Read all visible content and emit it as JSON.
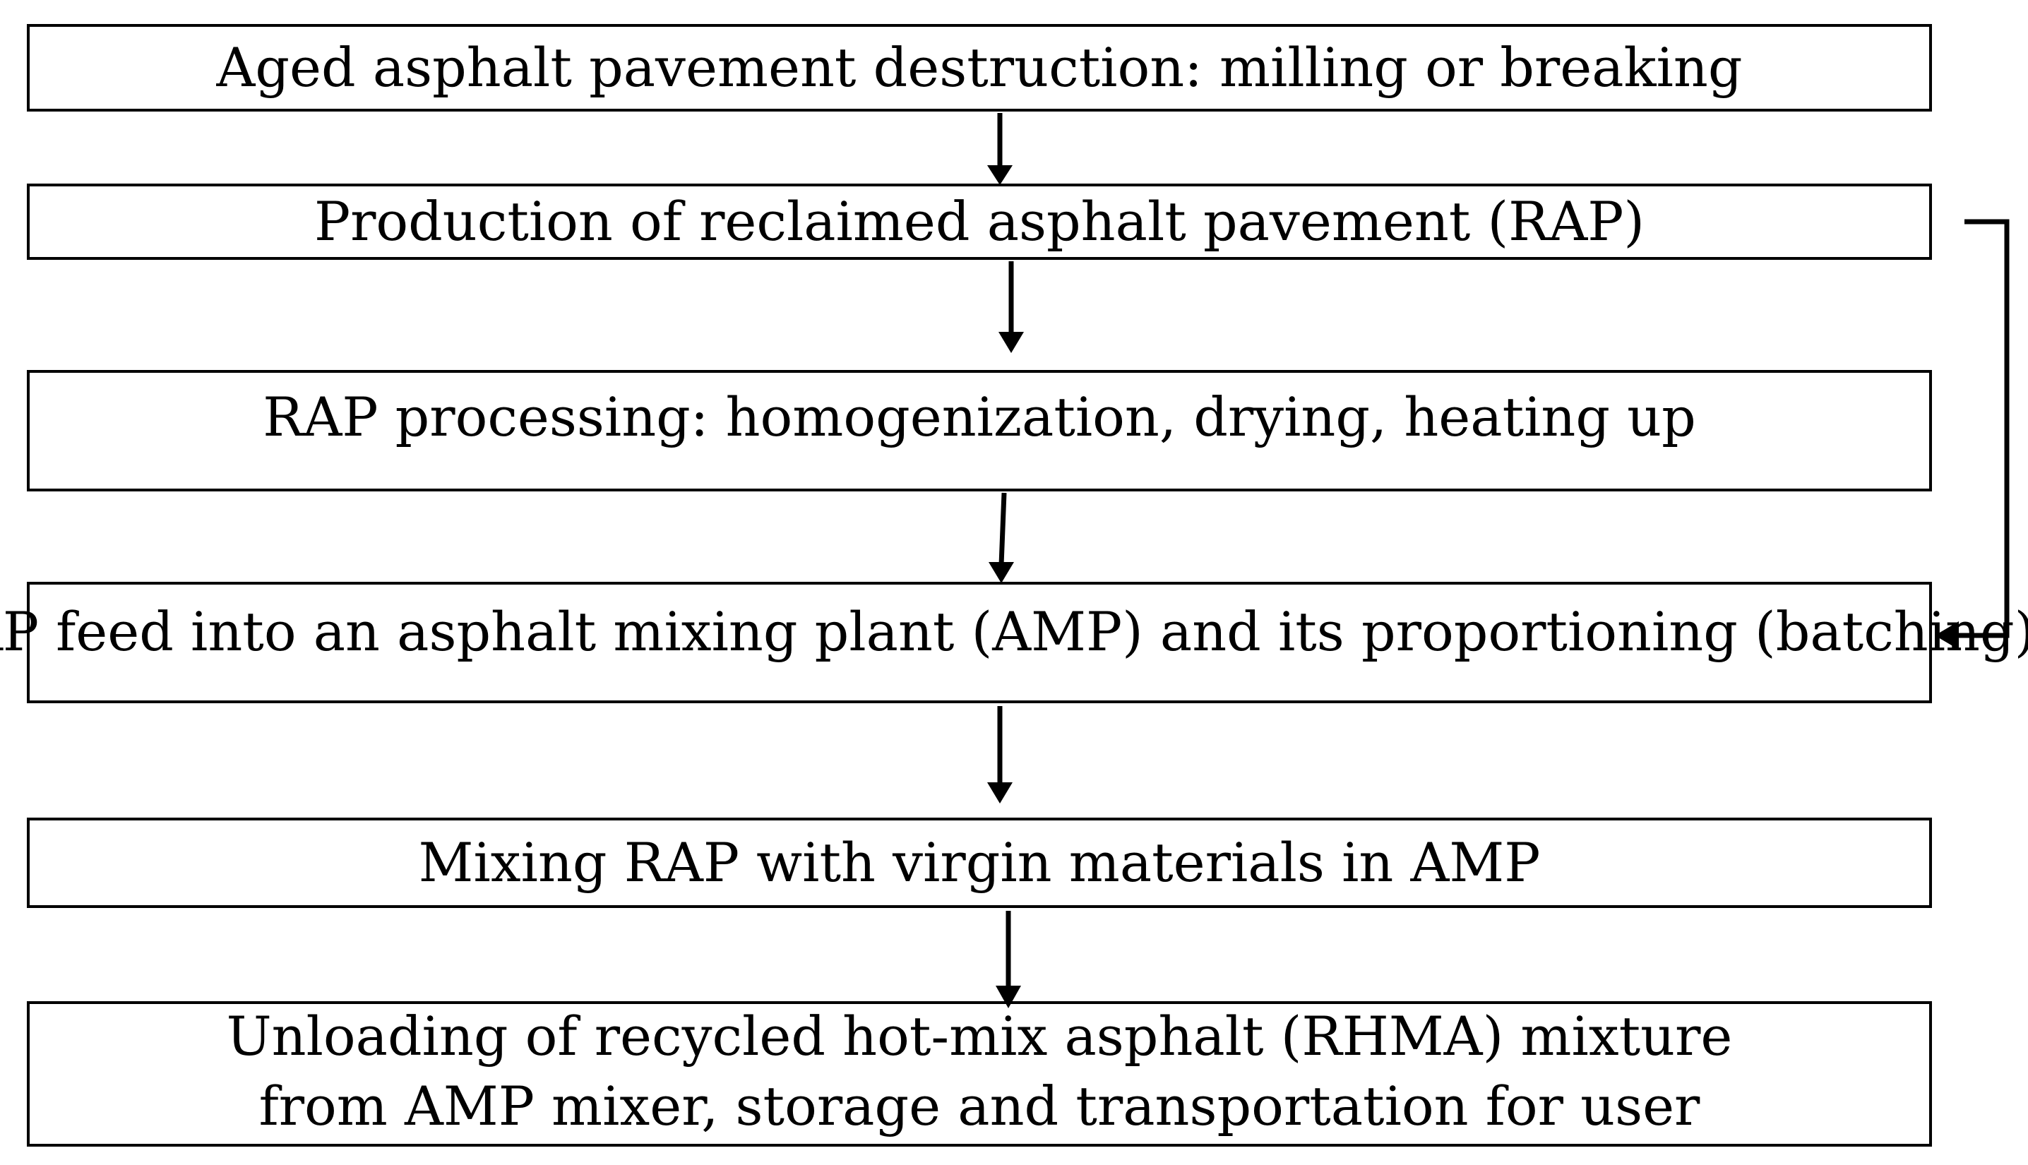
{
  "diagram": {
    "steps": [
      {
        "label": "Aged asphalt pavement destruction: milling or breaking"
      },
      {
        "label": "Production of reclaimed asphalt pavement (RAP)"
      },
      {
        "label": "RAP processing: homogenization, drying, heating up"
      },
      {
        "label": "RAP feed into an asphalt mixing plant (AMP) and its proportioning (batching)"
      },
      {
        "label": "Mixing RAP with virgin materials in AMP"
      },
      {
        "label_line1": "Unloading of recycled hot-mix asphalt (RHMA) mixture",
        "label_line2": "from AMP mixer, storage and transportation for user"
      }
    ],
    "connectors": [
      {
        "from": "step-1",
        "to": "step-2"
      },
      {
        "from": "step-2",
        "to": "step-3"
      },
      {
        "from": "step-3",
        "to": "step-4"
      },
      {
        "from": "step-4",
        "to": "step-5"
      },
      {
        "from": "step-5",
        "to": "step-6"
      },
      {
        "from": "step-2",
        "to": "step-4",
        "route": "bypass-right"
      }
    ],
    "colors": {
      "line": "#000000",
      "box_fill": "#ffffff",
      "text": "#000000"
    }
  }
}
